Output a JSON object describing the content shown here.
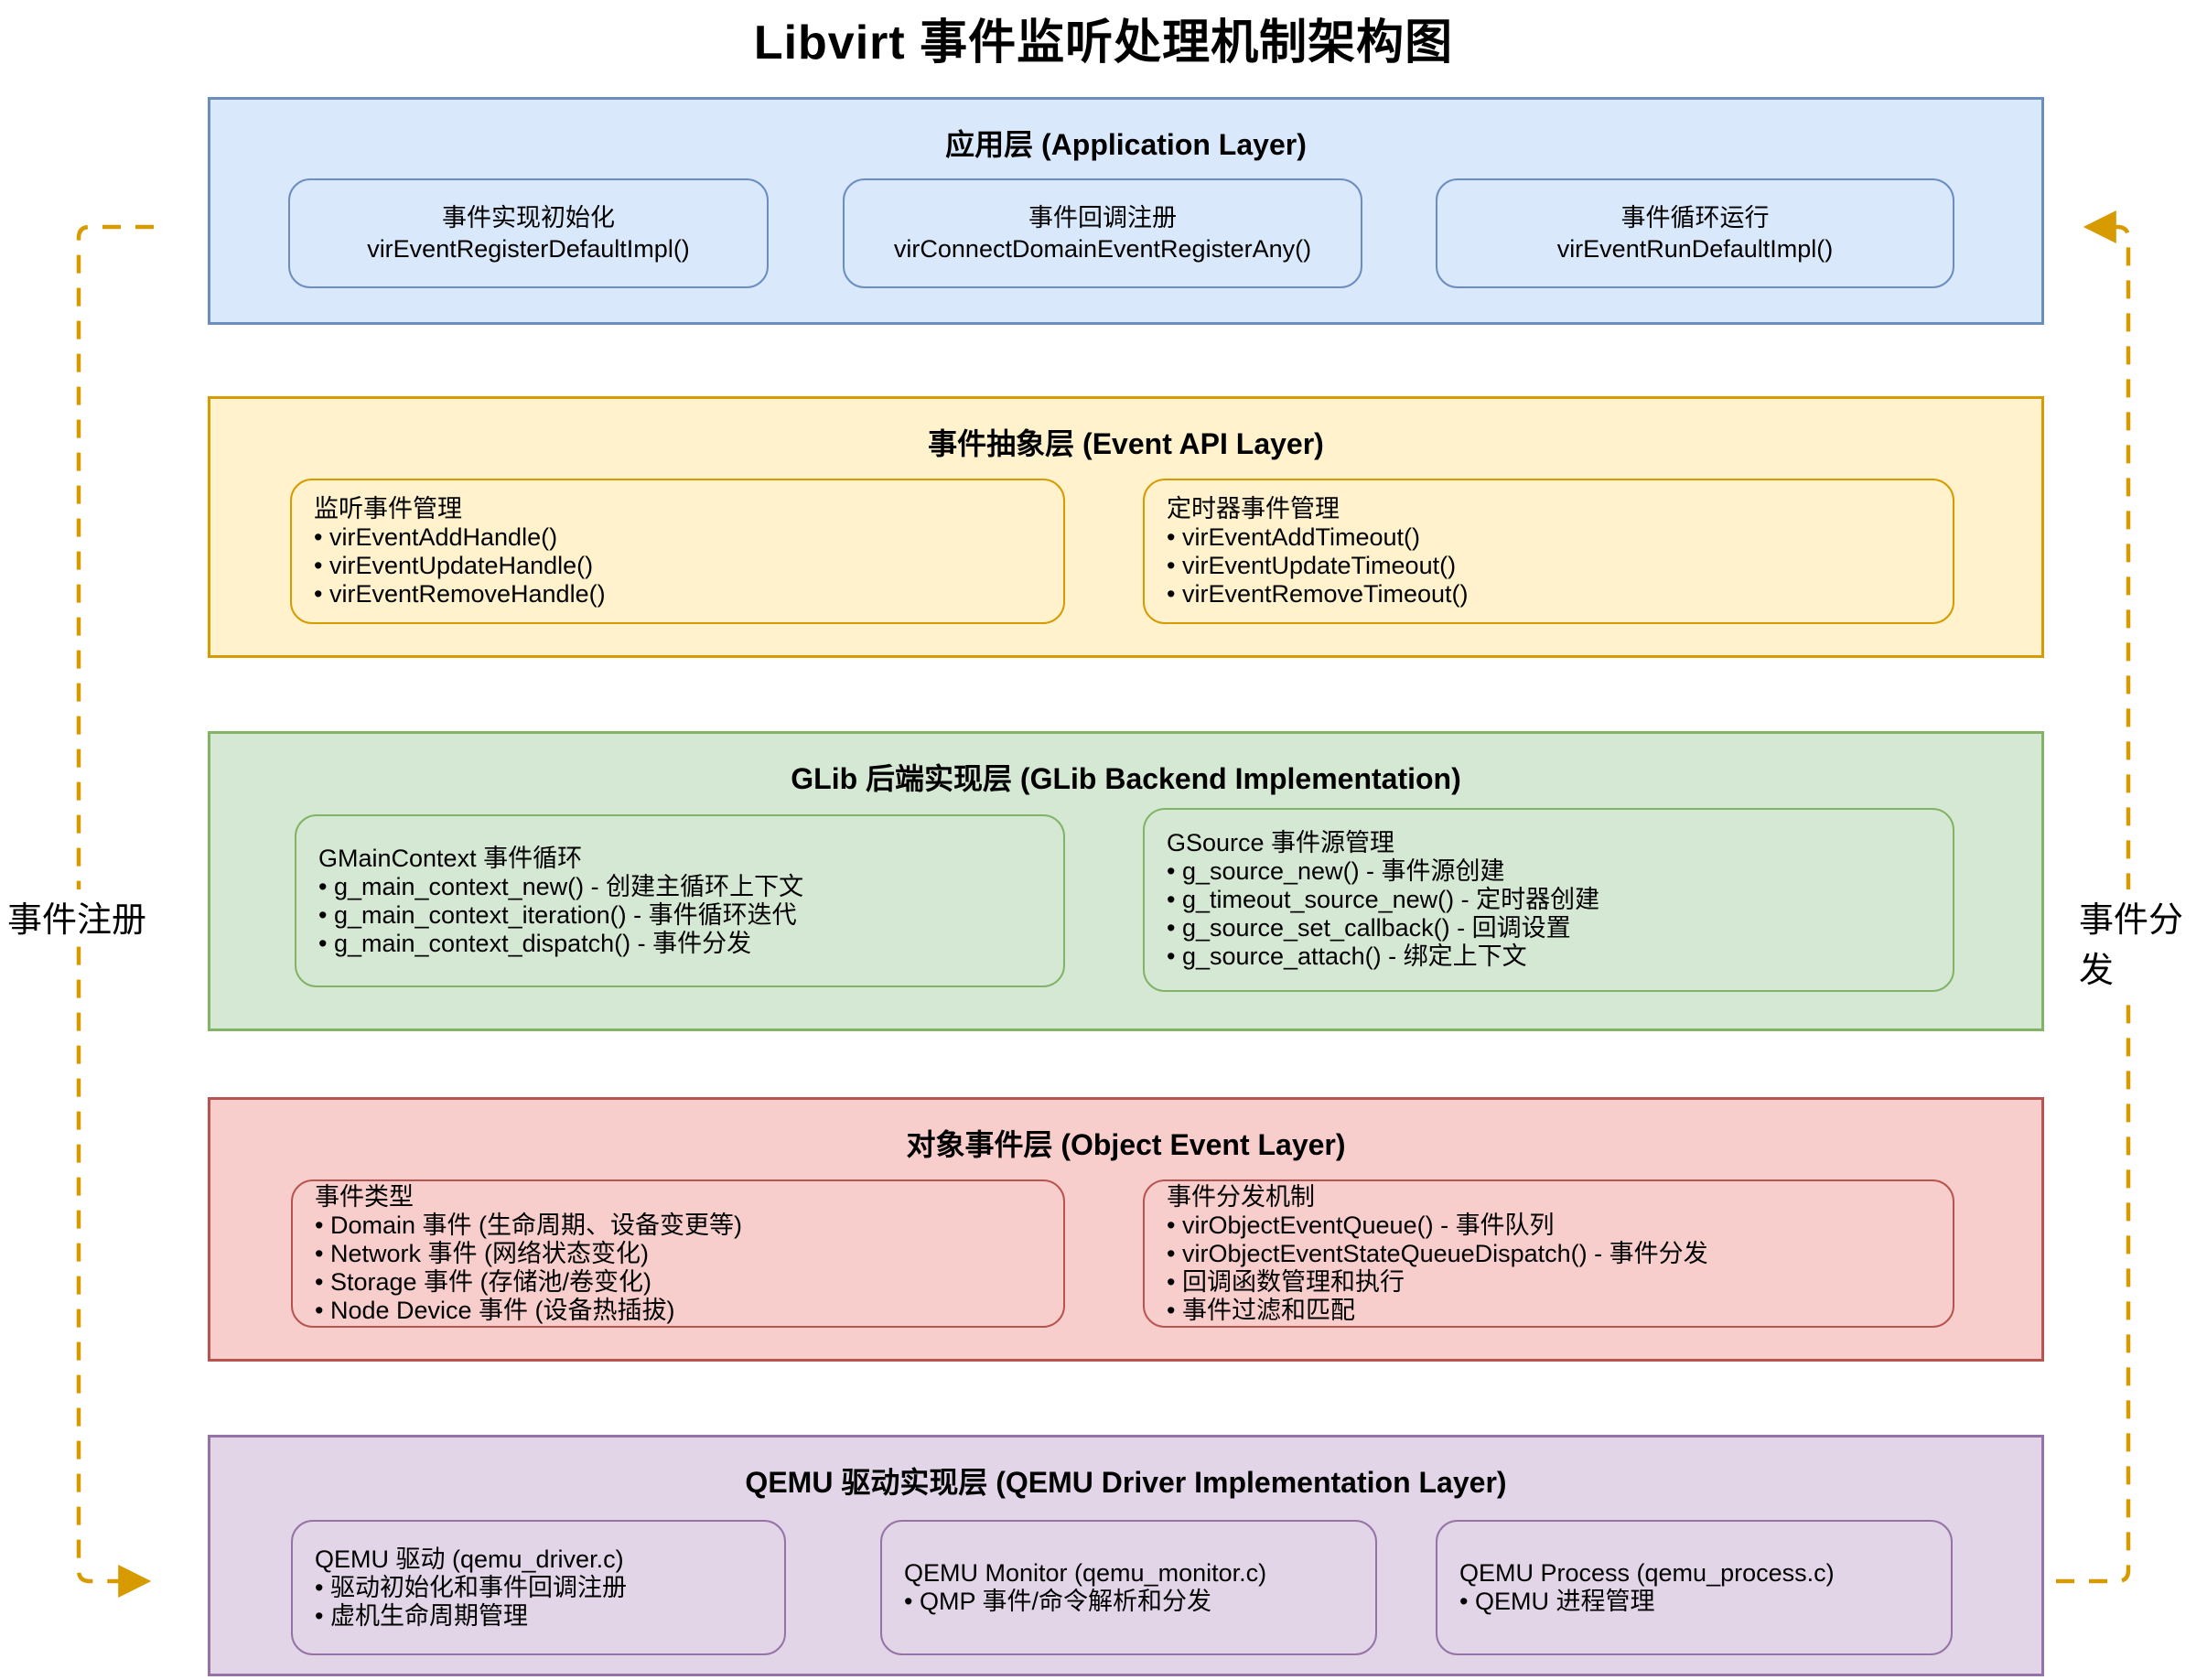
{
  "title": "Libvirt 事件监听处理机制架构图",
  "side_labels": {
    "left": "事件注册",
    "right": "事件分发"
  },
  "colors": {
    "application": {
      "fill": "#dae8fc",
      "stroke": "#6c8ebf"
    },
    "event_api": {
      "fill": "#fff2cc",
      "stroke": "#d79b00"
    },
    "glib_backend": {
      "fill": "#d5e8d4",
      "stroke": "#82b366"
    },
    "object_event": {
      "fill": "#f8cecc",
      "stroke": "#b85450"
    },
    "qemu_driver": {
      "fill": "#e1d5e7",
      "stroke": "#9673a6"
    },
    "arrow": "#d79b00"
  },
  "layers": [
    {
      "title": "应用层 (Application Layer)",
      "boxes": [
        {
          "lines": [
            "事件实现初始化",
            "virEventRegisterDefaultImpl()"
          ]
        },
        {
          "lines": [
            "事件回调注册",
            "virConnectDomainEventRegisterAny()"
          ]
        },
        {
          "lines": [
            "事件循环运行",
            "virEventRunDefaultImpl()"
          ]
        }
      ]
    },
    {
      "title": "事件抽象层 (Event API Layer)",
      "boxes": [
        {
          "lines": [
            "监听事件管理",
            "• virEventAddHandle()",
            "• virEventUpdateHandle()",
            "• virEventRemoveHandle()"
          ]
        },
        {
          "lines": [
            "定时器事件管理",
            "• virEventAddTimeout()",
            "• virEventUpdateTimeout()",
            "• virEventRemoveTimeout()"
          ]
        }
      ]
    },
    {
      "title": "GLib 后端实现层 (GLib Backend Implementation)",
      "boxes": [
        {
          "lines": [
            "GMainContext 事件循环",
            "• g_main_context_new() - 创建主循环上下文",
            "• g_main_context_iteration() - 事件循环迭代",
            "• g_main_context_dispatch() - 事件分发"
          ]
        },
        {
          "lines": [
            "GSource 事件源管理",
            "• g_source_new() - 事件源创建",
            "• g_timeout_source_new() - 定时器创建",
            "• g_source_set_callback() - 回调设置",
            "• g_source_attach() - 绑定上下文"
          ]
        }
      ]
    },
    {
      "title": "对象事件层 (Object Event Layer)",
      "boxes": [
        {
          "lines": [
            "事件类型",
            "• Domain 事件 (生命周期、设备变更等)",
            "• Network 事件 (网络状态变化)",
            "• Storage 事件 (存储池/卷变化)",
            "• Node Device 事件 (设备热插拔)"
          ]
        },
        {
          "lines": [
            "事件分发机制",
            "• virObjectEventQueue() - 事件队列",
            "• virObjectEventStateQueueDispatch() - 事件分发",
            "• 回调函数管理和执行",
            "• 事件过滤和匹配"
          ]
        }
      ]
    },
    {
      "title": "QEMU 驱动实现层 (QEMU Driver Implementation Layer)",
      "boxes": [
        {
          "lines": [
            "QEMU 驱动 (qemu_driver.c)",
            "• 驱动初始化和事件回调注册",
            "• 虚机生命周期管理"
          ]
        },
        {
          "lines": [
            "QEMU Monitor (qemu_monitor.c)",
            "• QMP 事件/命令解析和分发"
          ]
        },
        {
          "lines": [
            "QEMU Process (qemu_process.c)",
            "• QEMU 进程管理"
          ]
        }
      ]
    }
  ]
}
